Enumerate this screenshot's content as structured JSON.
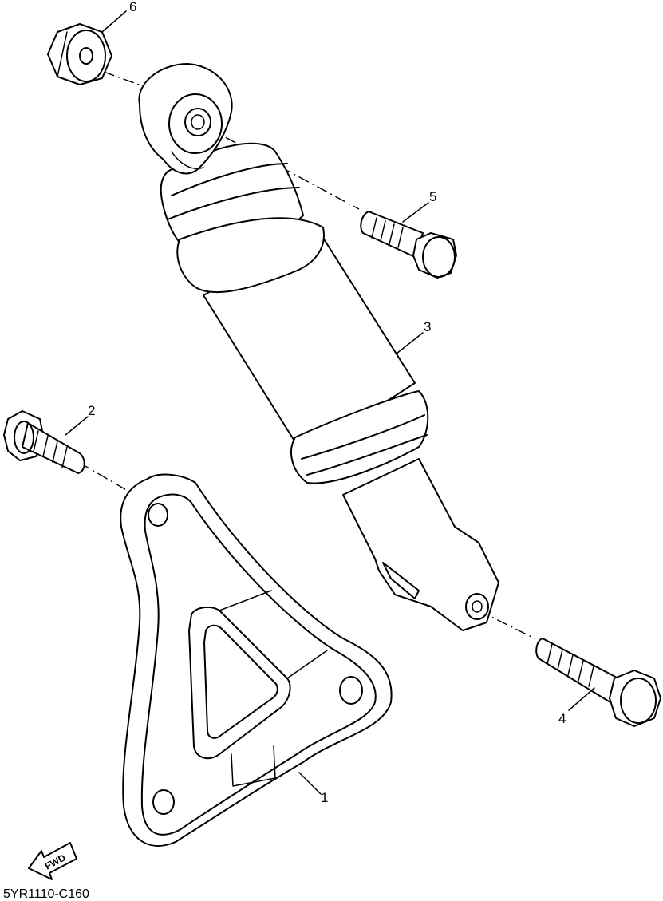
{
  "diagram": {
    "drawing_code": "5YR1110-C160",
    "direction_badge": "FWD",
    "callouts": [
      {
        "id": "1",
        "label": "1"
      },
      {
        "id": "2",
        "label": "2"
      },
      {
        "id": "3",
        "label": "3"
      },
      {
        "id": "4",
        "label": "4"
      },
      {
        "id": "5",
        "label": "5"
      },
      {
        "id": "6",
        "label": "6"
      }
    ]
  }
}
